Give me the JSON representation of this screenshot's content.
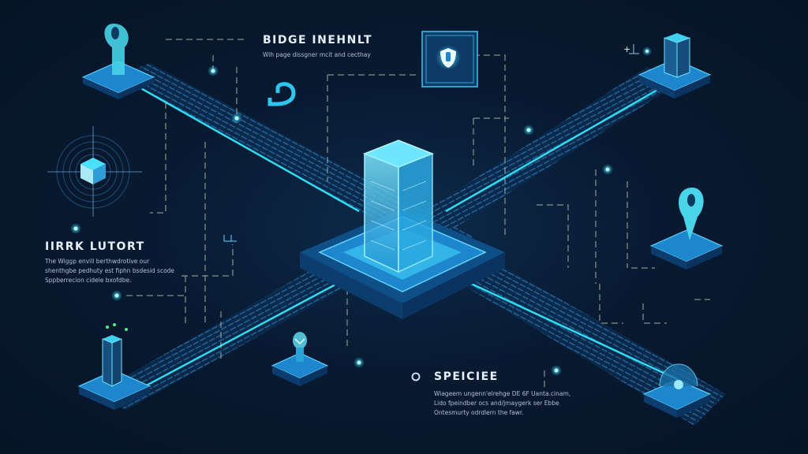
{
  "colors": {
    "background": "#081a31",
    "accent": "#29d8f2",
    "platform": "#1f7fc4",
    "platform_top": "#3bb8ec",
    "dashed_line": "#c9d3b8"
  },
  "center": {
    "name": "central-tower",
    "icon": "server-tower-icon"
  },
  "callouts": {
    "top": {
      "title": "BIDGE INEHNLT",
      "lines": [
        "Wih page dissgner mcit and cecthay"
      ]
    },
    "left": {
      "title": "IIRRK LUTORT",
      "lines": [
        "The Wiggp envill berthwdrotive our",
        "shenthgbe pedhuty est fiphn bsdesid scode",
        "Sppberrecion cidele bxofdbe."
      ]
    },
    "bottom_right": {
      "title": "SPEICIEE",
      "lines": [
        "Wiageem ungenn'elrehge DE 6F Uanta.cinam,",
        "Lido fpeindber ocs and/jmaygerk ser Ebbe",
        "Ontesmurty odrdlern the fawr."
      ]
    }
  },
  "nodes": [
    {
      "id": "top-left",
      "icon": "location-pin-icon"
    },
    {
      "id": "top-right",
      "icon": "server-building-icon"
    },
    {
      "id": "left",
      "icon": "cube-icon"
    },
    {
      "id": "right",
      "icon": "map-pin-icon"
    },
    {
      "id": "bottom-left",
      "icon": "data-tower-icon"
    },
    {
      "id": "bottom-center",
      "icon": "lightbulb-icon"
    },
    {
      "id": "bottom-right",
      "icon": "globe-dome-icon"
    },
    {
      "id": "top-center",
      "icon": "shield-lock-icon"
    },
    {
      "id": "top-small",
      "icon": "link-icon"
    }
  ]
}
